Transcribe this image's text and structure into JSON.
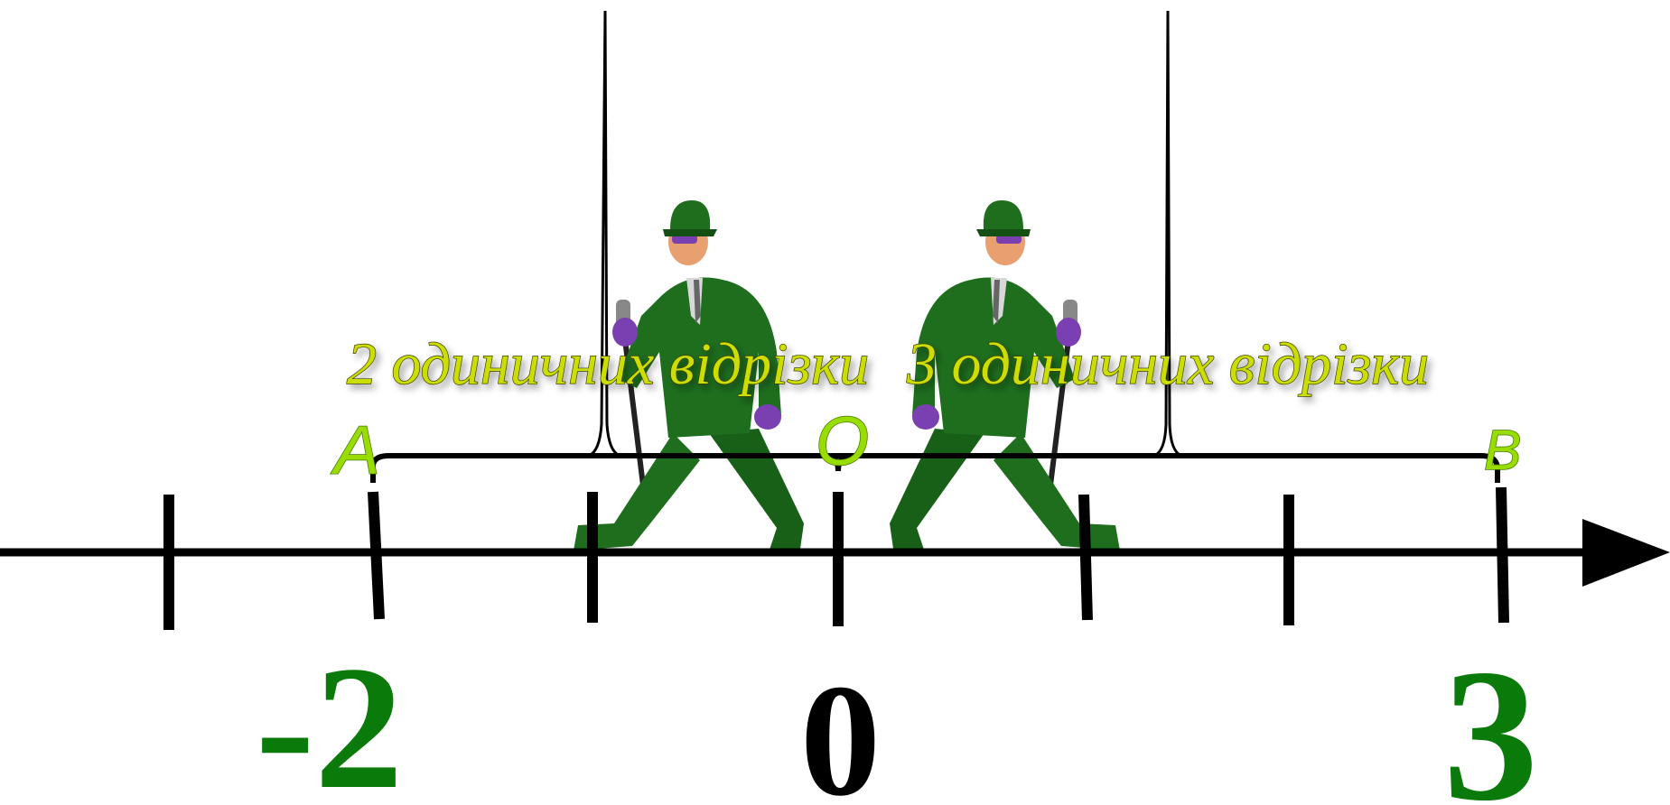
{
  "captions": {
    "left": "2 одиничних відрізки",
    "right": "3 одиничних відрізки"
  },
  "points": {
    "a": "A",
    "o": "O",
    "b": "B"
  },
  "numbers": {
    "minus_two": "-2",
    "zero": "0",
    "three": "3"
  },
  "colors": {
    "axis": "#000000",
    "number_highlight": "#0a7a0a",
    "number_plain": "#000000",
    "caption_fill": "#ccdd00",
    "point_label": "#99dd00",
    "walker_suit": "#1e6e1e",
    "walker_gloves": "#7a3fb0"
  },
  "icons": [
    "walking-man-left-icon",
    "walking-man-right-icon",
    "arrowhead-icon"
  ]
}
